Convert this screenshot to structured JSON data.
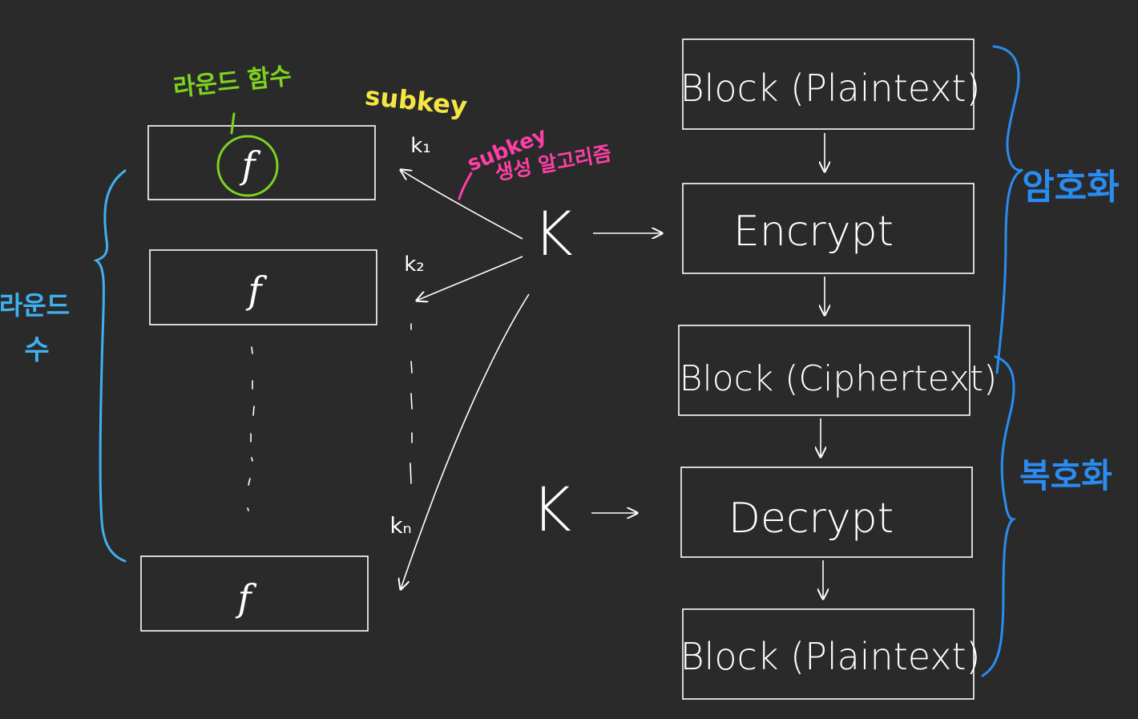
{
  "colors": {
    "background": "#2a2a2b",
    "ink": "#ffffff",
    "round_function_note": "#7ed321",
    "subkey_note": "#f5e642",
    "subkey_algorithm_note": "#ff3fa4",
    "round_count_note": "#3fb0f0",
    "encrypt_decrypt_brace": "#2a8cf0"
  },
  "left": {
    "round_function_label": "라운드 함수",
    "function_symbol": "f",
    "round_count_label_line1": "라운드",
    "round_count_label_line2": "수",
    "subkeys": [
      "k₁",
      "k₂",
      "kₙ"
    ]
  },
  "middle": {
    "subkey_label": "subkey",
    "subkey_algorithm_line1": "subkey",
    "subkey_algorithm_line2": "생성 알고리즘",
    "key_symbol": "K"
  },
  "right": {
    "blocks": [
      "Block (Plaintext)",
      "Encrypt",
      "Block (Ciphertext)",
      "Decrypt",
      "Block (Plaintext)"
    ],
    "decrypt_key_symbol": "K",
    "encryption_label": "암호화",
    "decryption_label": "복호화"
  }
}
